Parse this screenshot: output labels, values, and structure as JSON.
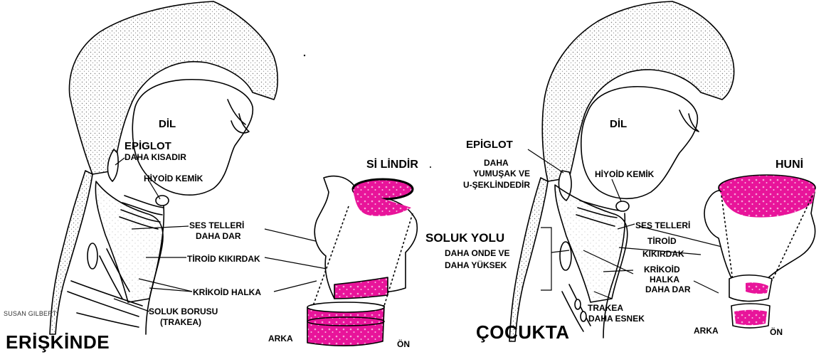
{
  "adult": {
    "title": "ERİŞKİNDE",
    "credit": "SUSAN GILBERT",
    "dil": "DİL",
    "epiglot": "EPİGLOT",
    "epiglot_note": "DAHA KISADIR",
    "hiyoid": "HİYOİD KEMİK",
    "ses_telleri_1": "SES TELLERİ",
    "ses_telleri_2": "DAHA DAR",
    "tiroid": "TİROİD KIKIRDAK",
    "krikoid": "KRİKOİD HALKA",
    "soluk_1": "SOLUK BORUSU",
    "soluk_2": "(TRAKEA)",
    "shape": "Sİ LİNDİR",
    "arka": "ARKA",
    "on": "ÖN"
  },
  "child": {
    "title": "ÇOCUKTA",
    "dil": "DİL",
    "epiglot": "EPİGLOT",
    "epiglot_note_1": "DAHA",
    "epiglot_note_2": "YUMUŞAK VE",
    "epiglot_note_3": "U-ŞEKLİNDEDİR",
    "hiyoid": "HİYOİD KEMİK",
    "soluk_yolu": "SOLUK YOLU",
    "soluk_note_1": "DAHA ONDE VE",
    "soluk_note_2": "DAHA YÜKSEK",
    "ses_telleri": "SES TELLERİ",
    "tiroid_1": "TİROİD",
    "tiroid_2": "KIKIRDAK",
    "krikoid_1": "KRİKOİD",
    "krikoid_2": "HALKA",
    "krikoid_3": "DAHA DAR",
    "trakea_1": "TRAKEA",
    "trakea_2": "DAHA ESNEK",
    "shape": "HUNİ",
    "arka": "ARKA",
    "on": "ÖN"
  },
  "colors": {
    "highlight": "#e8149a",
    "stipple": "#7a7a7a",
    "line": "#000000"
  }
}
